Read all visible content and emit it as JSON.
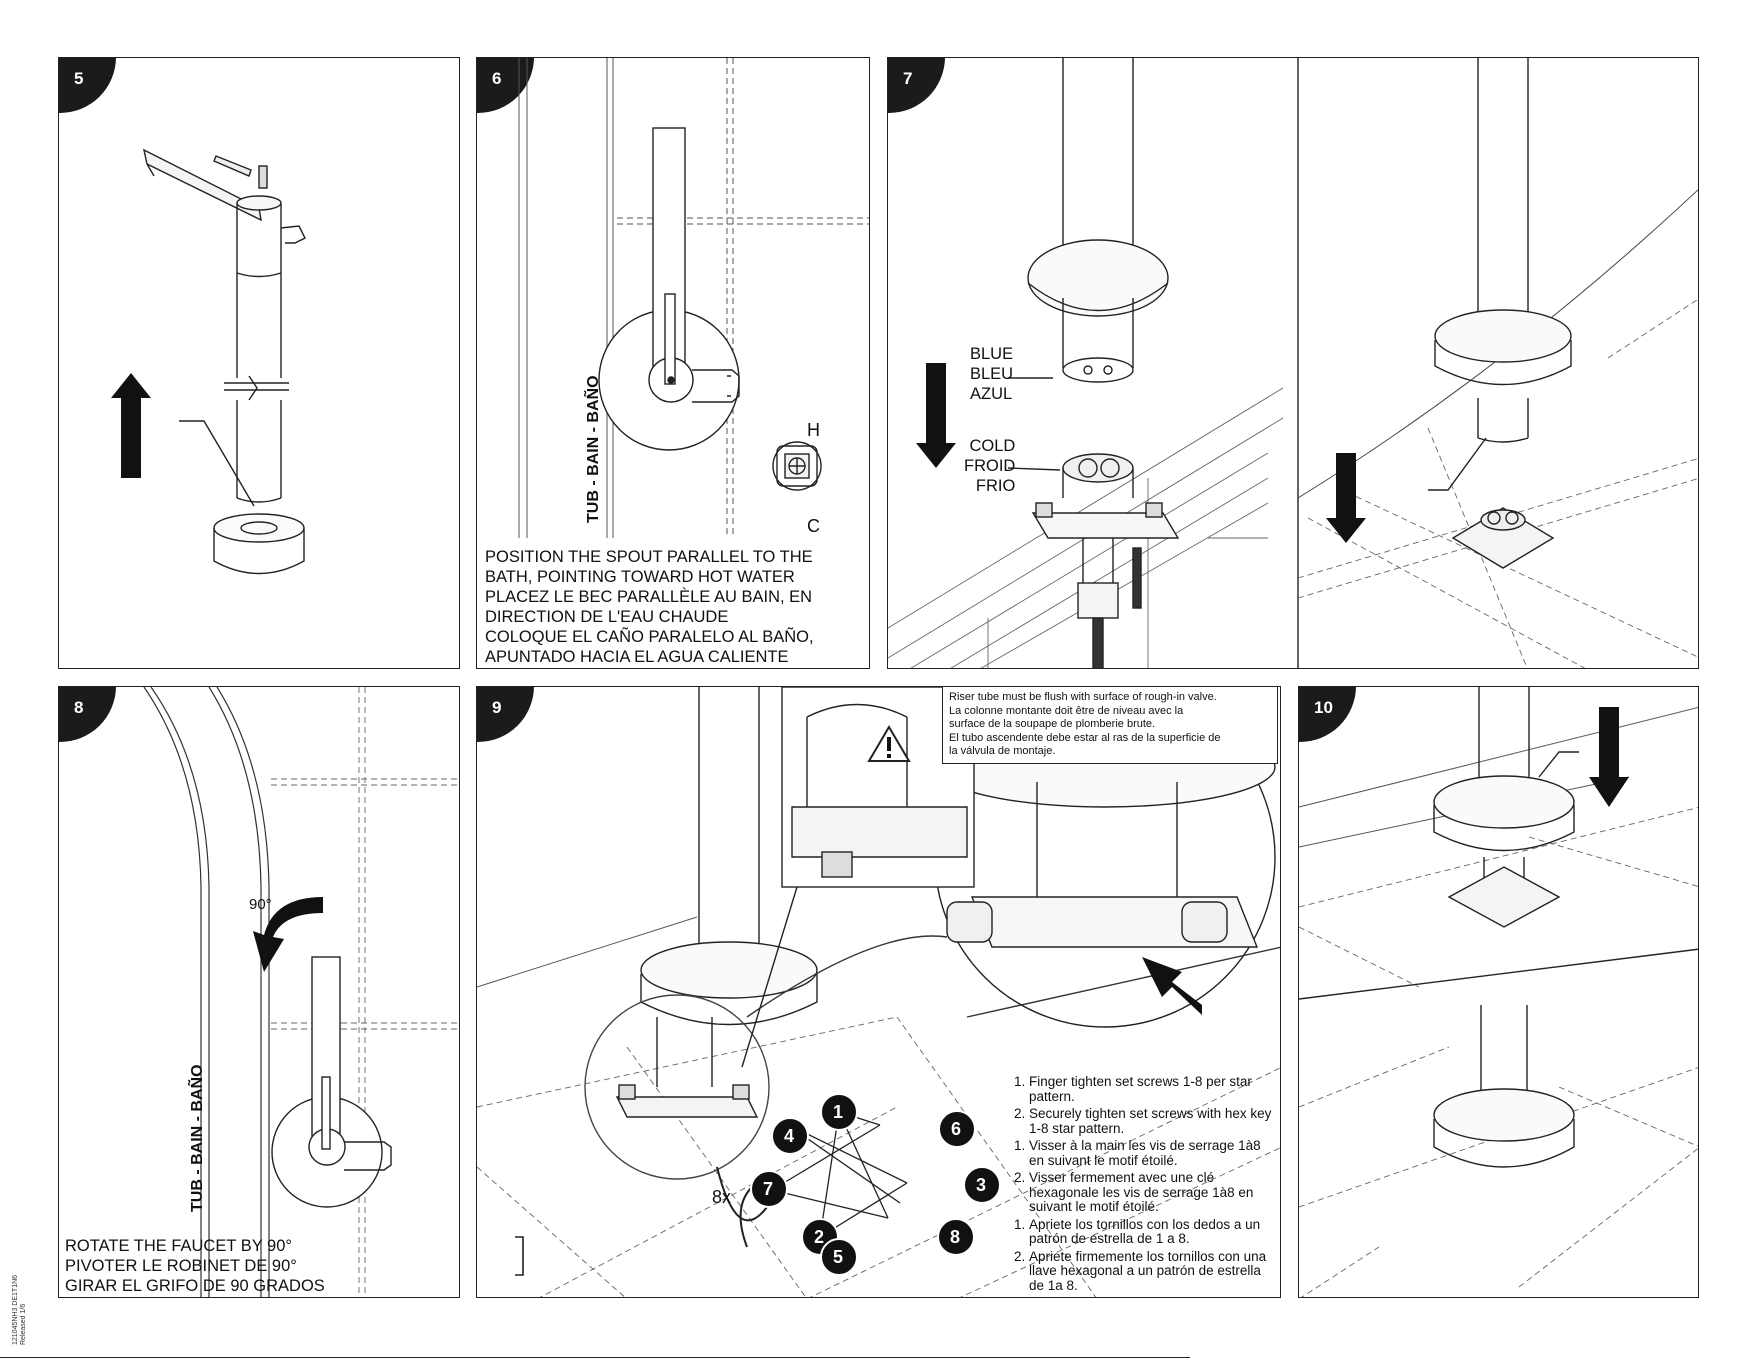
{
  "panels": {
    "p5": {
      "number": "5"
    },
    "p6": {
      "number": "6",
      "tub_label": "TUB - BAIN - BAÑO",
      "hot_label": "H",
      "cold_label": "C",
      "caption": [
        "POSITION THE SPOUT PARALLEL TO THE",
        "BATH, POINTING TOWARD HOT WATER",
        "PLACEZ LE BEC PARALLÈLE AU BAIN, EN",
        "DIRECTION DE L'EAU CHAUDE",
        "COLOQUE EL CAÑO PARALELO AL BAÑO,",
        "APUNTADO HACIA EL AGUA CALIENTE"
      ]
    },
    "p7": {
      "number": "7",
      "blue": [
        "BLUE",
        "BLEU",
        "AZUL"
      ],
      "cold": [
        "COLD",
        "FROID",
        "FRIO"
      ]
    },
    "p8": {
      "number": "8",
      "angle": "90°",
      "tub_label": "TUB - BAIN - BAÑO",
      "caption": [
        "ROTATE THE FAUCET BY 90°",
        "PIVOTER LE ROBINET DE 90°",
        "GIRAR EL GRIFO DE 90 GRADOS"
      ]
    },
    "p9": {
      "number": "9",
      "warning": [
        "Riser tube must be flush with surface of rough-in valve.",
        "La colonne montante doit être de niveau avec la",
        "surface de la soupape de plomberie brute.",
        "El tubo ascendente debe estar al ras de la superficie de",
        "la válvula de montaje."
      ],
      "multiplier": "8x",
      "star_numbers": [
        "1",
        "2",
        "3",
        "4",
        "5",
        "6",
        "7",
        "8"
      ],
      "steps_en": [
        "Finger tighten set screws 1-8 per star pattern.",
        "Securely tighten set screws with hex key 1-8 star pattern."
      ],
      "steps_fr": [
        "Visser à la main les vis de serrage 1à8 en suivant le motif étoilé.",
        "Visser fermement avec une clé hexagonale les vis de serrage 1à8 en suivant le motif étoilé."
      ],
      "steps_es": [
        "Apriete los tornillos con los dedos a un patrón de estrella de 1 a 8.",
        "Apriete firmemente los tornillos con una llave hexagonal a un patrón de estrella de 1a 8."
      ]
    },
    "p10": {
      "number": "10"
    }
  },
  "footer": [
    "121045NH3 DE1T1N6",
    "Released 1/6"
  ]
}
